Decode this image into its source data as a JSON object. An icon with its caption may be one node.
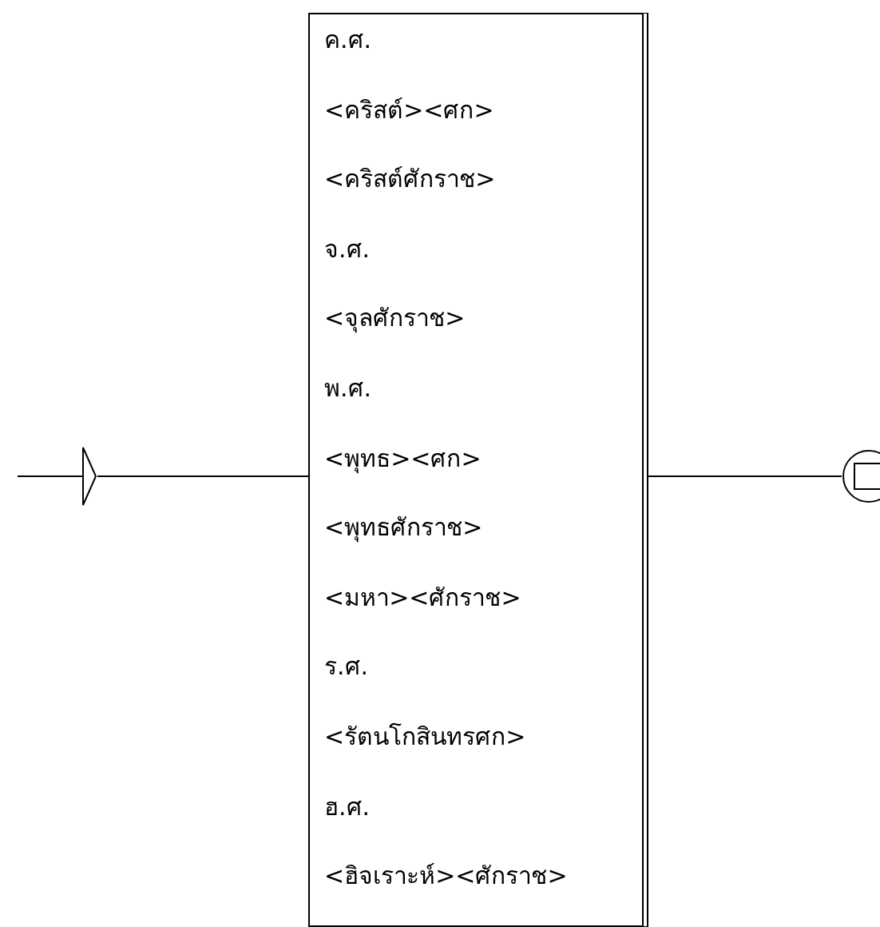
{
  "diagram": {
    "nodes": [
      {
        "text": [],
        "shape": "triangle"
      },
      {
        "text": [
          "ค.ศ.",
          "<คริสต์><ศก>",
          "<คริสต์ศักราช>",
          "จ.ศ.",
          "<จุลศักราช>",
          "พ.ศ.",
          "<พุทธ><ศก>",
          "<พุทธศักราช>",
          "<มหา><ศักราช>",
          "ร.ศ.",
          "<รัตนโกสินทรศก>",
          "ฮ.ศ.",
          "<ฮิจเราะห์><ศักราช>"
        ]
      },
      {
        "text": [],
        "shape": "circle"
      }
    ],
    "edges": [
      {
        "from": 0,
        "to": 1,
        "arrow": "none"
      },
      {
        "from": 1,
        "to": 2,
        "arrow": "none"
      }
    ]
  }
}
